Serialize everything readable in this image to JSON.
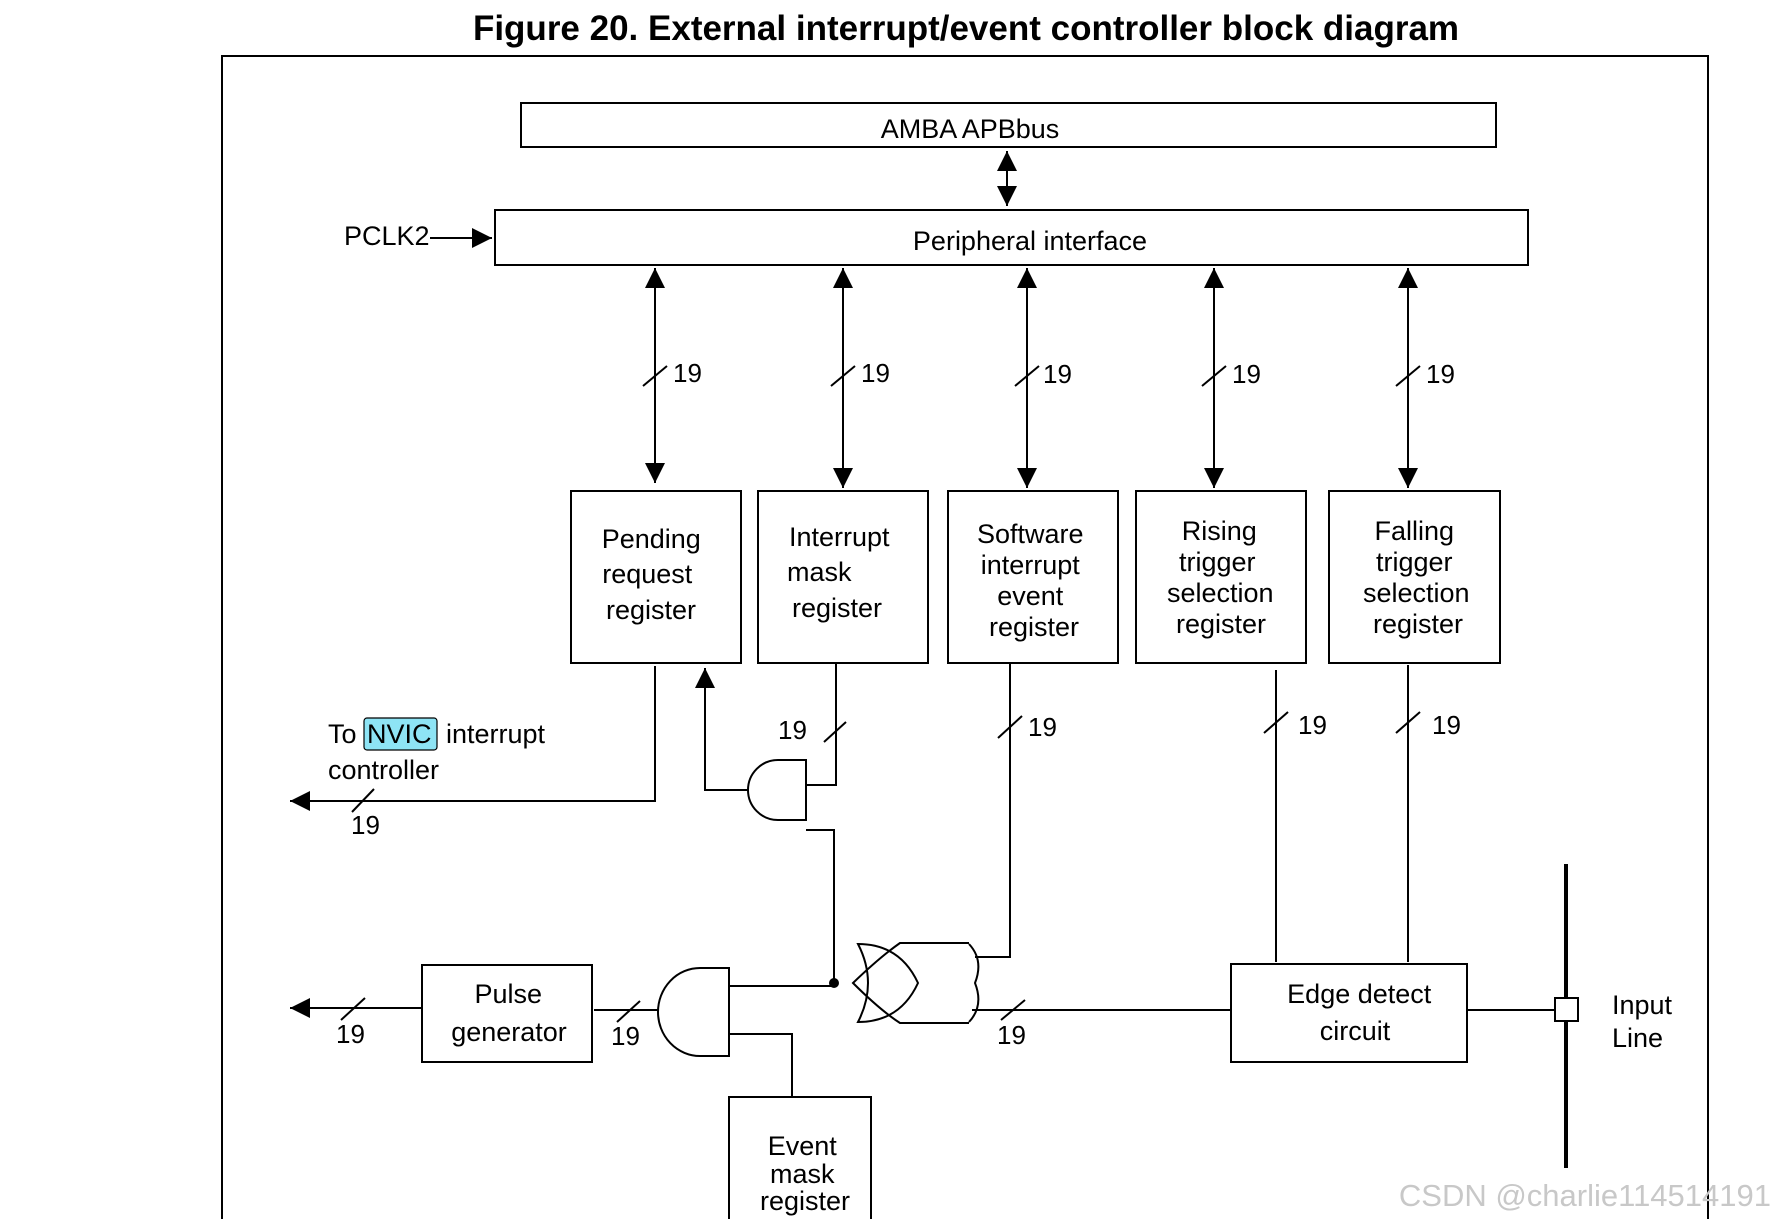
{
  "figure_title": "Figure 20. External interrupt/event controller block diagram",
  "blocks": {
    "amba_bus": "AMBA APBbus",
    "peripheral_interface": "Peripheral interface",
    "pending_request_register": [
      "Pending",
      "request",
      "register"
    ],
    "interrupt_mask_register": [
      "Interrupt",
      "mask",
      "register"
    ],
    "software_interrupt_event_register": [
      "Software",
      "interrupt",
      "event",
      "register"
    ],
    "rising_trigger_selection_register": [
      "Rising",
      "trigger",
      "selection",
      "register"
    ],
    "falling_trigger_selection_register": [
      "Falling",
      "trigger",
      "selection",
      "register"
    ],
    "pulse_generator": [
      "Pulse",
      "generator"
    ],
    "edge_detect_circuit": [
      "Edge detect",
      "circuit"
    ],
    "event_mask_register": [
      "Event",
      "mask",
      "register"
    ]
  },
  "labels": {
    "pclk2": "PCLK2",
    "to": "To",
    "nvic": "NVIC",
    "interrupt": "interrupt",
    "controller": "controller",
    "input_line": [
      "Input",
      "Line"
    ]
  },
  "bus_width": "19",
  "highlight_color": "#8ee4f5",
  "watermark": "CSDN @charlie114514191"
}
